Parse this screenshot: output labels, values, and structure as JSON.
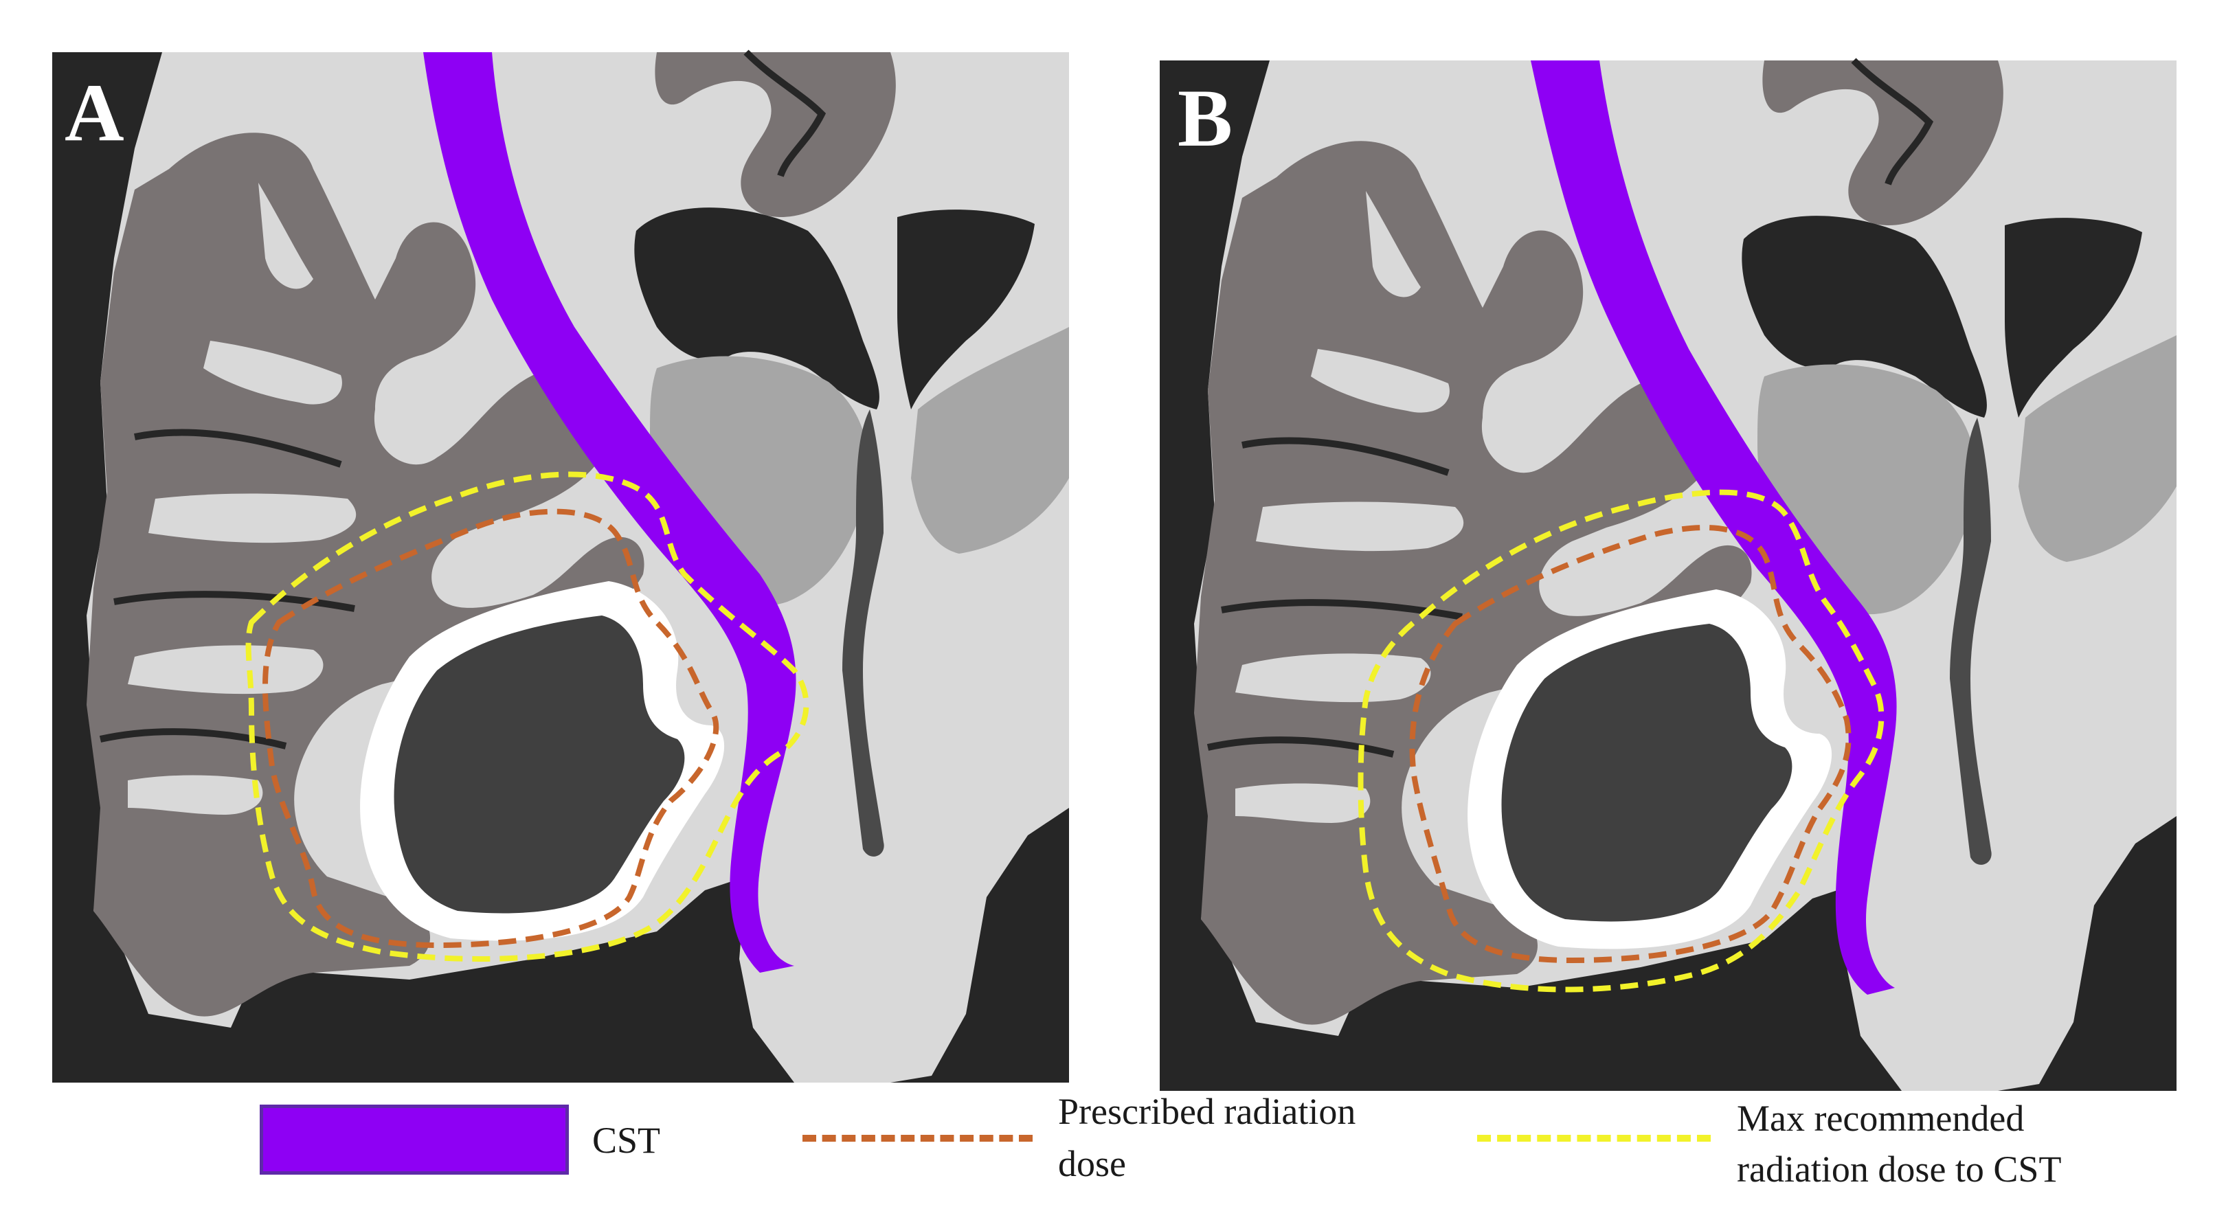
{
  "panels": [
    {
      "id": "A",
      "label": "A"
    },
    {
      "id": "B",
      "label": "B"
    }
  ],
  "legend": {
    "cst": "CST",
    "prescribed_line1": "Prescribed radiation",
    "prescribed_line2": "dose",
    "max_line1": "Max recommended",
    "max_line2": "radiation dose to CST"
  },
  "colors": {
    "background": "#262626",
    "white_matter": "#d9d9d9",
    "gray_matter": "#797373",
    "deep_nuclei": "#a6a6a6",
    "tumor": "#404040",
    "tumor_rim": "#ffffff",
    "cst": "#8e00f4",
    "prescribed_dose": "#c8662c",
    "max_cst_dose": "#f2f22a"
  }
}
